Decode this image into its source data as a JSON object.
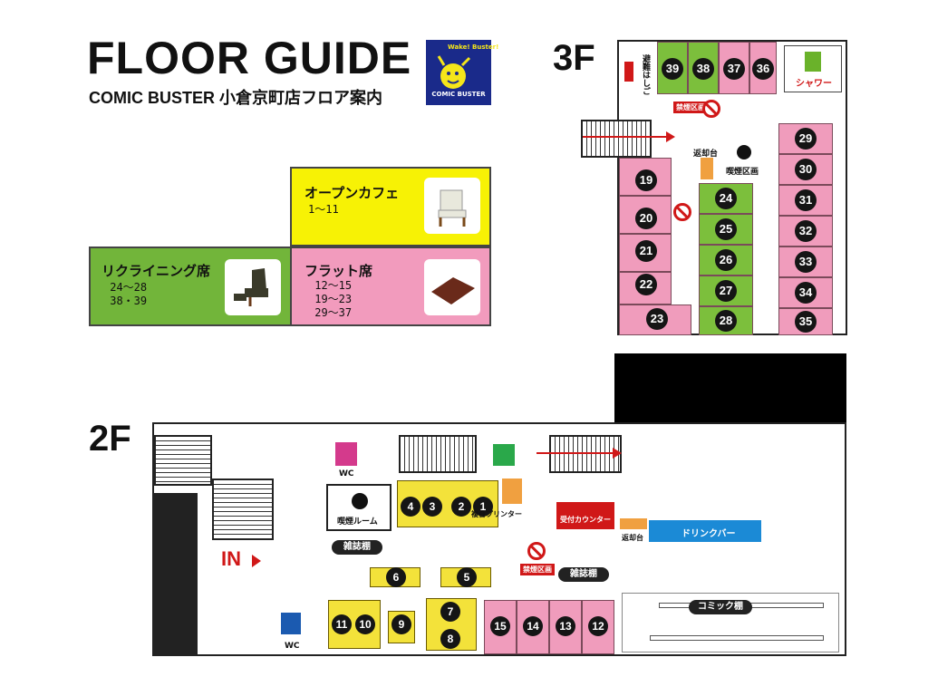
{
  "header": {
    "title": "FLOOR GUIDE",
    "subtitle": "COMIC BUSTER 小倉京町店フロア案内",
    "logo_text": "COMIC BUSTER",
    "logo_tagline": "Wake! Buster!"
  },
  "floors": {
    "upper": "3F",
    "lower": "2F"
  },
  "legend": {
    "cafe": {
      "name": "オープンカフェ",
      "range": "1～11",
      "color": "#f7f205"
    },
    "recliner": {
      "name": "リクライニング席",
      "range": " 24～28\n 38・39",
      "color": "#72b53a"
    },
    "flat": {
      "name": "フラット席",
      "range": " 12～15\n 19～23\n 29～37",
      "color": "#f29bbd"
    }
  },
  "floor3": {
    "top_row": [
      "39",
      "38",
      "37",
      "36"
    ],
    "left_col": [
      "19",
      "20",
      "21",
      "22",
      "23"
    ],
    "mid_col": [
      "24",
      "25",
      "26",
      "27",
      "28"
    ],
    "right_col": [
      "29",
      "30",
      "31",
      "32",
      "33",
      "34",
      "35"
    ],
    "labels": {
      "ladder": "避難はしご",
      "no_smoking": "禁煙区画",
      "return": "返却台",
      "smoking": "喫煙区画",
      "shower": "シャワー"
    }
  },
  "floor2": {
    "cafe_tables": [
      "4",
      "3",
      "2",
      "1"
    ],
    "tables_mid": [
      "6",
      "5"
    ],
    "tables_bottom": [
      "11",
      "10",
      "9",
      "7",
      "8"
    ],
    "flat_seats": [
      "15",
      "14",
      "13",
      "12"
    ],
    "labels": {
      "wc_top": "WC",
      "wc_bottom": "WC",
      "smoking_room": "喫煙ルーム",
      "magazines": "雑誌棚",
      "magazines2": "雑誌棚",
      "printer": "複合プリンター",
      "reception": "受付カウンター",
      "return": "返却台",
      "drink_bar": "ドリンクバー",
      "no_smoking": "禁煙区画",
      "comics": "コミック棚",
      "entrance": "IN"
    }
  },
  "colors": {
    "pink": "#f09cbc",
    "green": "#7cbf3c",
    "yellow": "#f3e23a",
    "blue_bar": "#1b8ad6",
    "red": "#d01818"
  }
}
